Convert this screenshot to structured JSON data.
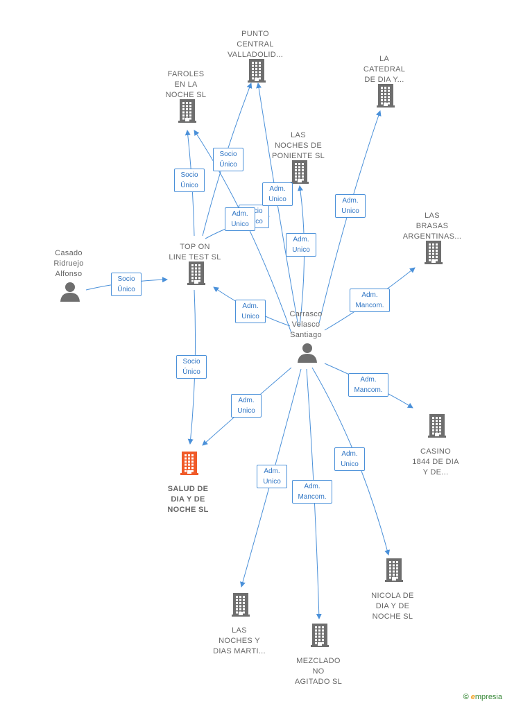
{
  "colors": {
    "edge": "#4a90d9",
    "building": "#6e6e6e",
    "building_highlight": "#f05a28",
    "person": "#6e6e6e"
  },
  "nodes": [
    {
      "id": "punto",
      "type": "company",
      "label": "PUNTO\nCENTRAL\nVALLADOLID...",
      "icon": "building-icon"
    },
    {
      "id": "faroles",
      "type": "company",
      "label": "FAROLES\nEN LA\nNOCHE  SL",
      "icon": "building-icon"
    },
    {
      "id": "catedral",
      "type": "company",
      "label": "LA\nCATEDRAL\nDE DIA Y...",
      "icon": "building-icon"
    },
    {
      "id": "poniente",
      "type": "company",
      "label": "LAS\nNOCHES DE\nPONIENTE SL",
      "icon": "building-icon"
    },
    {
      "id": "brasas",
      "type": "company",
      "label": "LAS\nBRASAS\nARGENTINAS...",
      "icon": "building-icon"
    },
    {
      "id": "casado",
      "type": "person",
      "label": "Casado\nRidruejo\nAlfonso",
      "icon": "person-icon"
    },
    {
      "id": "topon",
      "type": "company",
      "label": "TOP ON\nLINE TEST  SL",
      "icon": "building-icon"
    },
    {
      "id": "carrasco",
      "type": "person",
      "label": "Carrasco\nVelasco\nSantiago",
      "icon": "person-icon"
    },
    {
      "id": "salud",
      "type": "company",
      "label": "SALUD DE\nDIA Y DE\nNOCHE  SL",
      "icon": "building-icon",
      "highlight": true
    },
    {
      "id": "casino",
      "type": "company",
      "label": "CASINO\n1844 DE DIA\nY DE...",
      "icon": "building-icon"
    },
    {
      "id": "nicola",
      "type": "company",
      "label": "NICOLA DE\nDIA Y DE\nNOCHE  SL",
      "icon": "building-icon"
    },
    {
      "id": "martin",
      "type": "company",
      "label": "LAS\nNOCHES Y\nDIAS MARTI...",
      "icon": "building-icon"
    },
    {
      "id": "mezclado",
      "type": "company",
      "label": "MEZCLADO\nNO\nAGITADO SL",
      "icon": "building-icon"
    }
  ],
  "edges": [
    {
      "from": "casado",
      "to": "topon",
      "label": "Socio\nÚnico"
    },
    {
      "from": "topon",
      "to": "faroles",
      "label": "Socio\nÚnico"
    },
    {
      "from": "topon",
      "to": "punto",
      "label": "Socio\nÚnico"
    },
    {
      "from": "topon",
      "to": "poniente",
      "label": "Socio\nÚnico"
    },
    {
      "from": "topon",
      "to": "salud",
      "label": "Socio\nÚnico"
    },
    {
      "from": "carrasco",
      "to": "faroles",
      "label": "Adm.\nUnico"
    },
    {
      "from": "carrasco",
      "to": "punto",
      "label": "Adm.\nUnico"
    },
    {
      "from": "carrasco",
      "to": "poniente",
      "label": "Adm.\nUnico"
    },
    {
      "from": "carrasco",
      "to": "catedral",
      "label": "Adm.\nUnico"
    },
    {
      "from": "carrasco",
      "to": "brasas",
      "label": "Adm.\nMancom."
    },
    {
      "from": "carrasco",
      "to": "topon",
      "label": "Adm.\nUnico"
    },
    {
      "from": "carrasco",
      "to": "salud",
      "label": "Adm.\nUnico"
    },
    {
      "from": "carrasco",
      "to": "casino",
      "label": "Adm.\nMancom."
    },
    {
      "from": "carrasco",
      "to": "nicola",
      "label": "Adm.\nUnico"
    },
    {
      "from": "carrasco",
      "to": "martin",
      "label": "Adm.\nUnico"
    },
    {
      "from": "carrasco",
      "to": "mezclado",
      "label": "Adm.\nMancom."
    }
  ],
  "brand": {
    "copyright": "©",
    "name": "mpresia",
    "initial": "e"
  }
}
